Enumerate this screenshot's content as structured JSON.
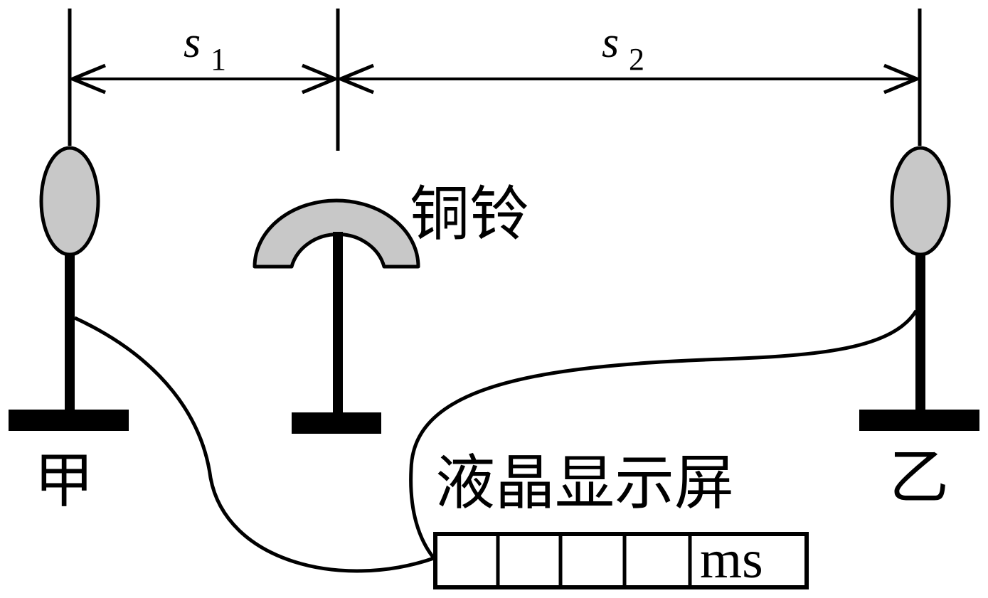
{
  "dimensions": {
    "s1": {
      "symbol": "s",
      "subscript": "1"
    },
    "s2": {
      "symbol": "s",
      "subscript": "2"
    }
  },
  "labels": {
    "mic_left": "甲",
    "mic_right": "乙",
    "bell": "铜铃",
    "display": "液晶显示屏",
    "display_unit": "ms"
  },
  "display": {
    "digit_cells": 4
  },
  "colors": {
    "line": "#000000",
    "fill_gray": "#c8c8c8",
    "background": "#ffffff"
  }
}
